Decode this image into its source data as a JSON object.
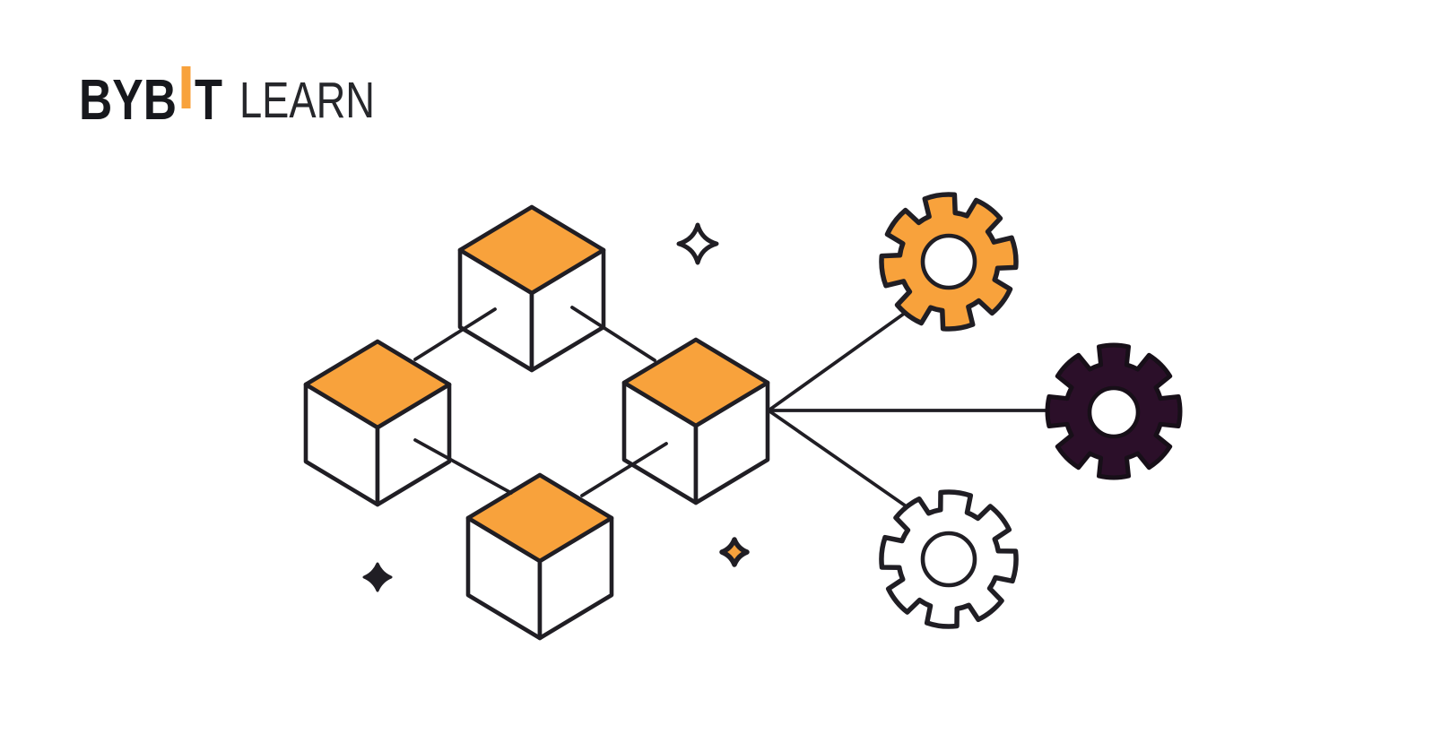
{
  "page": {
    "title": "Bybit Learn",
    "background": "#FFFFFF"
  },
  "logo": {
    "brand_prefix": "BYB",
    "brand_i_mark": "I",
    "brand_suffix": "T",
    "product": "LEARN"
  },
  "colors": {
    "orange": "#F8A23C",
    "ink": "#201E24",
    "plum": "#2B0F29",
    "brand_dark": "#17181D",
    "learn_dark": "#26272B",
    "white": "#FFFFFF",
    "gear_dark_stroke": "#170F18"
  },
  "illustration": {
    "description": "Four isometric blockchain cubes with orange tops linked by lines; the right cube fans out to three gears",
    "cubes": [
      {
        "name": "blockchain-cube-top",
        "top_fill": "orange",
        "sides_fill": "white"
      },
      {
        "name": "blockchain-cube-left",
        "top_fill": "orange",
        "sides_fill": "white"
      },
      {
        "name": "blockchain-cube-right",
        "top_fill": "orange",
        "sides_fill": "white"
      },
      {
        "name": "blockchain-cube-bottom",
        "top_fill": "orange",
        "sides_fill": "white"
      }
    ],
    "links": [
      "top-cube-to-left-cube",
      "top-cube-to-right-cube",
      "left-cube-to-bottom-cube",
      "right-cube-to-bottom-cube",
      "right-cube-to-orange-gear",
      "right-cube-to-dark-gear",
      "right-cube-to-outline-gear"
    ],
    "gears": [
      {
        "name": "orange-gear-icon",
        "style": "filled-orange",
        "teeth": 8
      },
      {
        "name": "dark-gear-icon",
        "style": "filled-dark-plum",
        "teeth": 8
      },
      {
        "name": "outline-gear-icon",
        "style": "white-outline",
        "teeth": 8
      }
    ],
    "sparkles": [
      {
        "name": "sparkle-icon-white",
        "style": "white-outline"
      },
      {
        "name": "sparkle-icon-orange",
        "style": "orange-filled"
      },
      {
        "name": "sparkle-icon-black",
        "style": "black-filled"
      }
    ]
  }
}
